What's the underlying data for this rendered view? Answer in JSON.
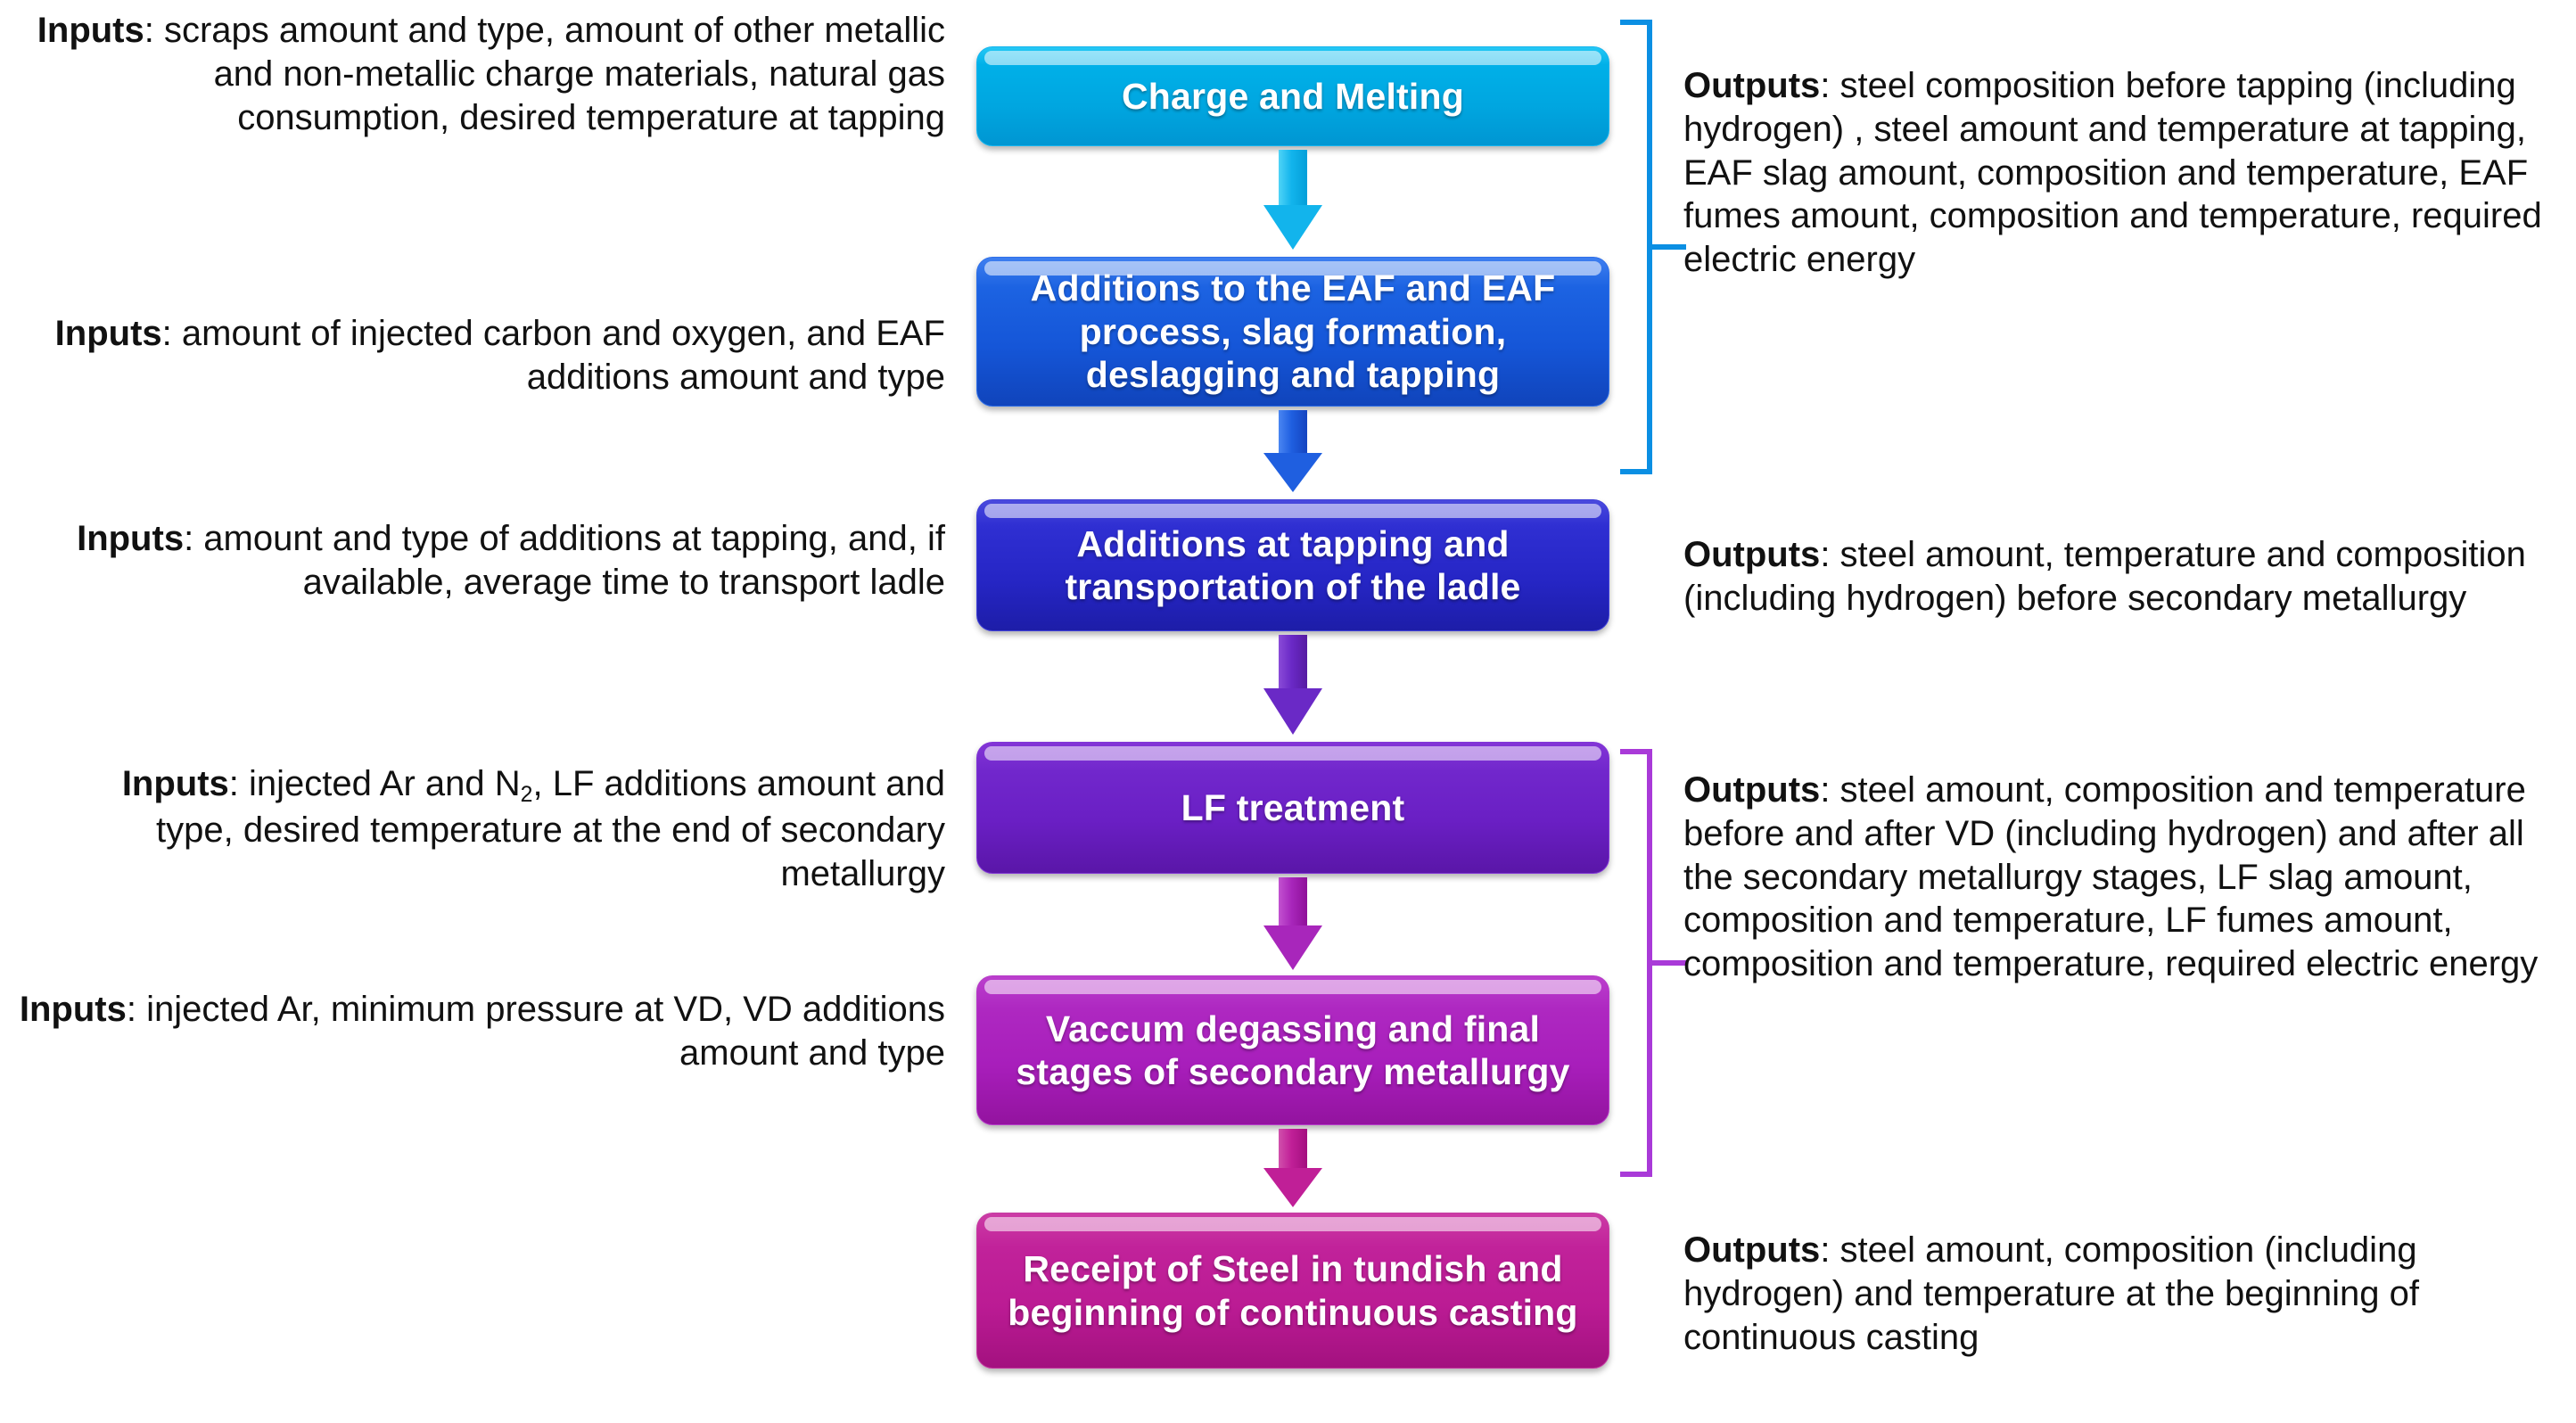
{
  "diagram": {
    "title": "Steel making process stages with inputs and outputs",
    "colors": {
      "stage1": "#00a6e0",
      "stage2": "#1556d8",
      "stage3": "#2626c6",
      "stage4": "#6a1fc4",
      "stage5": "#a81ebb",
      "stage6": "#bb1b94",
      "bracket_cyan": "#0b8fe3",
      "bracket_purple": "#a93ad8",
      "text": "#111111",
      "box_text": "#ffffff"
    },
    "stages": [
      {
        "id": "charge-and-melting",
        "label": "Charge and Melting"
      },
      {
        "id": "eaf-additions",
        "label": "Additions to the EAF and EAF process, slag formation, deslagging and tapping"
      },
      {
        "id": "tapping-transport",
        "label": "Additions at tapping and transportation of the ladle"
      },
      {
        "id": "lf-treatment",
        "label": "LF treatment"
      },
      {
        "id": "vacuum-degassing",
        "label": "Vaccum degassing and final stages of secondary metallurgy"
      },
      {
        "id": "tundish-casting",
        "label": "Receipt of Steel in tundish and beginning of continuous casting"
      }
    ],
    "inputs": [
      {
        "id": "inputs-charge-melting",
        "lead": "Inputs",
        "separator": ": ",
        "body": "scraps amount and type, amount of other metallic and non-metallic charge materials, natural gas consumption, desired temperature at tapping"
      },
      {
        "id": "inputs-eaf",
        "lead": "Inputs",
        "separator": ": ",
        "body": "amount of injected carbon and oxygen, and EAF additions amount and type"
      },
      {
        "id": "inputs-tapping",
        "lead": "Inputs",
        "separator": ": ",
        "body": "amount and type of additions at tapping, and, if available, average time to transport ladle"
      },
      {
        "id": "inputs-lf",
        "lead": "Inputs",
        "separator": ": ",
        "body_before_sub": "injected Ar and N",
        "sub": "2",
        "body_after_sub": ", LF additions amount and type, desired temperature at the end of secondary metallurgy"
      },
      {
        "id": "inputs-vd",
        "lead": "Inputs",
        "separator": ": ",
        "body": "injected Ar, minimum pressure at VD, VD additions amount and type"
      }
    ],
    "outputs": [
      {
        "id": "outputs-eaf",
        "lead": "Outputs",
        "separator": ": ",
        "body": "steel  composition before tapping (including hydrogen) , steel amount and temperature at tapping, EAF slag amount, composition and temperature, EAF fumes amount,  composition and temperature, required electric energy"
      },
      {
        "id": "outputs-tapping",
        "lead": "Outputs",
        "separator": ": ",
        "body": "steel amount, temperature and composition (including hydrogen) before secondary metallurgy"
      },
      {
        "id": "outputs-secondary-metallurgy",
        "lead": "Outputs",
        "separator": ": ",
        "body": "steel amount, composition and temperature before and after VD (including hydrogen) and after all the secondary metallurgy stages,  LF slag amount, composition and temperature, LF fumes amount, composition and temperature, required electric energy"
      },
      {
        "id": "outputs-casting",
        "lead": "Outputs",
        "separator": ": ",
        "body": "steel amount, composition (including hydrogen) and temperature at the beginning of continuous casting"
      }
    ]
  }
}
